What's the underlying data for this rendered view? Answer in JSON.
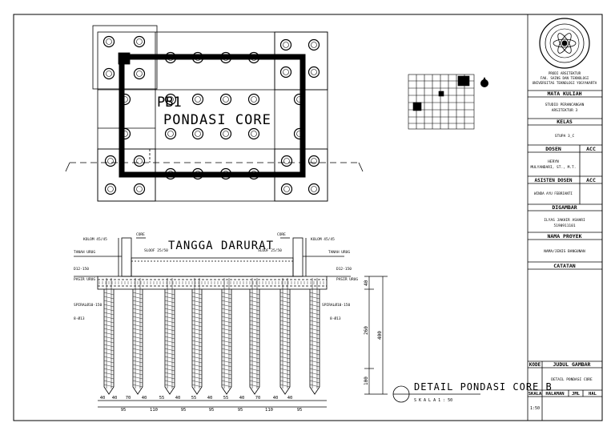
{
  "plan": {
    "label_pb": "PB1",
    "label_title": "PONDASI CORE"
  },
  "section": {
    "title": "TANGGA DARURAT",
    "core_left": "CORE",
    "core_right": "CORE",
    "kolom_left": "KOLOM 45/45",
    "kolom_right": "KOLOM 45/45",
    "sloof_left": "SLOOF 25/50",
    "sloof_right": "SLOOF 25/50",
    "tanah_left": "TANAH URUG",
    "tanah_right": "TANAH URUG",
    "d12_left": "D12-150",
    "d12_right": "D12-150",
    "pasir_left": "PASIR URUG",
    "pasir_right": "PASIR URUG",
    "spiral_left": "SPIRALØ10-150",
    "spiral_right": "SPIRALØ10-150",
    "tul_left": "8-Ø13",
    "tul_right": "8-Ø13",
    "dim_top": "40",
    "dim_mid": "260",
    "dim_total": "400",
    "dim_bottom": "100",
    "bottom_dims_row1": [
      "40",
      "40",
      "70",
      "40",
      "55",
      "40",
      "55",
      "40",
      "55",
      "40",
      "70",
      "40",
      "40"
    ],
    "bottom_dims_row2": [
      "95",
      "110",
      "95",
      "95",
      "95",
      "110",
      "95"
    ]
  },
  "detail": {
    "title": "DETAIL PONDASI CORE B",
    "scale": "S K A L A  1 : 50"
  },
  "titleblock": {
    "inst1": "PRODI ARSITEKTUR",
    "inst2": "FAK. SAINS DAN TEKNOLOGI",
    "inst3": "UNIVERSITAS TEKNOLOGI YOGYAKARTA",
    "mata_kuliah_h": "MATA KULIAH",
    "mata_kuliah_1": "STUDIO PERANCANGAN",
    "mata_kuliah_2": "ARSITEKTUR 3",
    "kelas_h": "KELAS",
    "kelas_v": "STUPA 3_C",
    "dosen_h": "DOSEN",
    "acc_h": "ACC",
    "dosen_1": "HERYN",
    "dosen_2": "MULYANDARI, ST., M.T.",
    "asisten_h": "ASISTEN DOSEN",
    "acc_h2": "ACC",
    "asisten_v": "WINDA AYU FEBRIANTI",
    "digambar_h": "DIGAMBAR",
    "digambar_1": "ILYAS JAKHIR ASHARI",
    "digambar_2": "5190911101",
    "nama_proyek_h": "NAMA PROYEK",
    "nama_proyek_v": "NAMA/JENIS BANGUNAN",
    "catatan_h": "CATATAN",
    "kode_h": "KODE",
    "judul_h": "JUDUL GAMBAR",
    "judul_v": "DETAIL PONDASI CORE",
    "skala_h": "SKALA",
    "halaman_h": "HALAMAN",
    "jml_h": "JML",
    "hal_h": "HAL",
    "skala_v": "1:50"
  }
}
